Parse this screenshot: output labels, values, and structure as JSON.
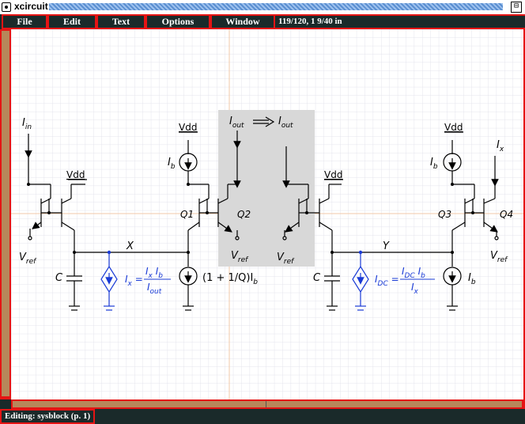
{
  "window": {
    "title": "xcircuit"
  },
  "menubar": {
    "items": [
      {
        "label": "File"
      },
      {
        "label": "Edit"
      },
      {
        "label": "Text"
      },
      {
        "label": "Options"
      },
      {
        "label": "Window"
      }
    ],
    "coords": "119/120, 1 9/40 in"
  },
  "status": {
    "message": "Editing: sysblock (p. 1)"
  },
  "circuit": {
    "I_in": "I",
    "I_in_sub": "in",
    "I_out_label": "I",
    "I_out_sub": "out",
    "Vdd": "Vdd",
    "Ib": "I",
    "Ib_sub": "b",
    "Vref": "V",
    "Vref_sub": "ref",
    "Q1": "Q1",
    "Q2": "Q2",
    "Q3": "Q3",
    "Q4": "Q4",
    "X": "X",
    "Y": "Y",
    "C": "C",
    "Ix": "I",
    "Ix_sub": "x",
    "eq1_lhs": "I",
    "eq1_lhs_sub": "x",
    "eq1_num_a": "I",
    "eq1_num_a_sub": "x",
    "eq1_num_b": "I",
    "eq1_num_b_sub": "b",
    "eq1_den": "I",
    "eq1_den_sub": "out",
    "eq2_lhs": "I",
    "eq2_lhs_sub": "DC",
    "eq2_num_a": "I",
    "eq2_num_a_sub": "DC",
    "eq2_num_b": "I",
    "eq2_num_b_sub": "b",
    "eq2_den": "I",
    "eq2_den_sub": "x",
    "bias_label": "(1 + 1/Q)I",
    "bias_sub": "b"
  },
  "colors": {
    "menubar": "#1a2a2a",
    "frame": "#e51414",
    "scroll": "#b7875a",
    "grid": "#e4e4ec",
    "source": "#1a3bd6",
    "highlight": "#d8d8d8"
  }
}
